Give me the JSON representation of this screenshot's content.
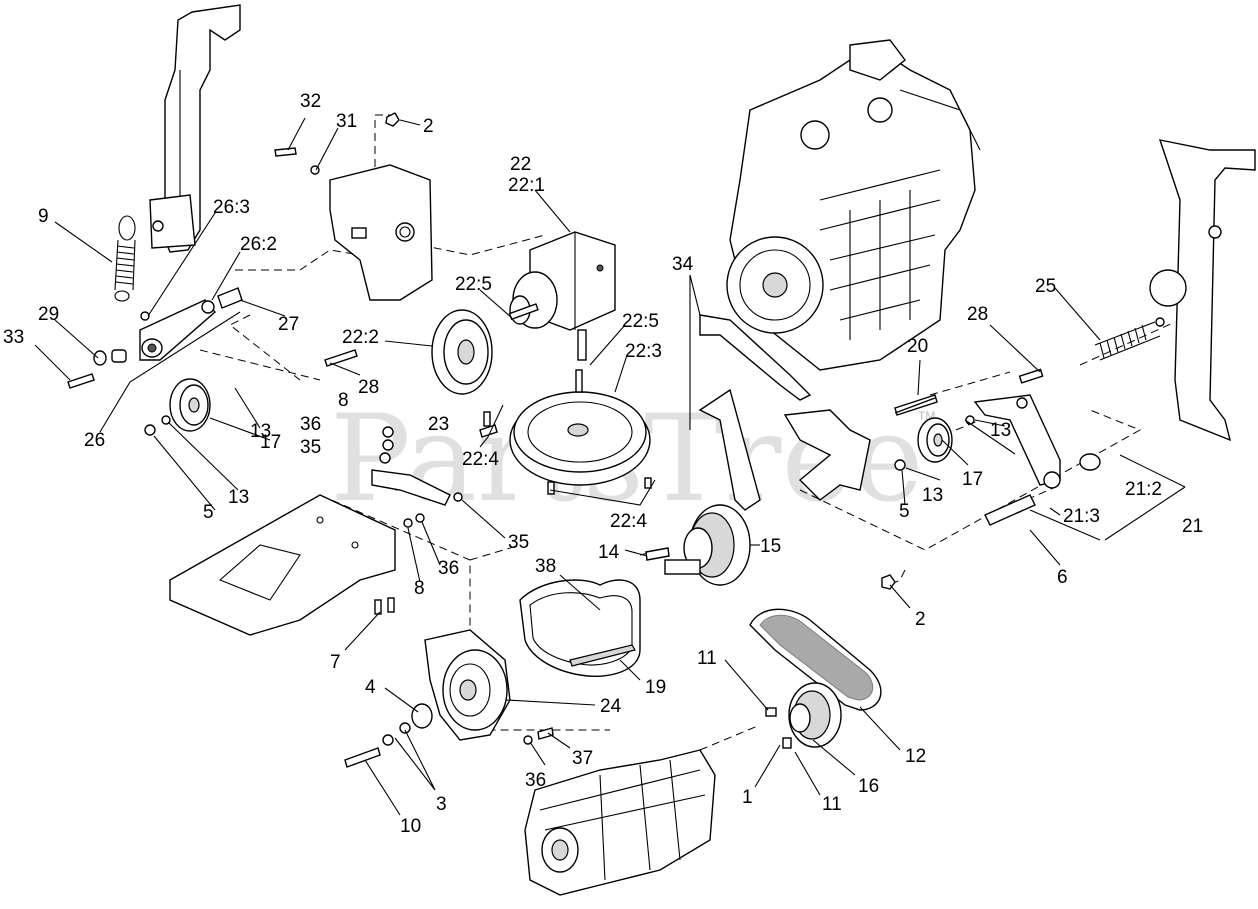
{
  "watermark": "PartsTree",
  "trademark": "TM",
  "callouts": [
    {
      "id": "c-32",
      "text": "32"
    },
    {
      "id": "c-31",
      "text": "31"
    },
    {
      "id": "c-2a",
      "text": "2"
    },
    {
      "id": "c-22",
      "text": "22"
    },
    {
      "id": "c-22-1",
      "text": "22:1"
    },
    {
      "id": "c-9",
      "text": "9"
    },
    {
      "id": "c-26-3",
      "text": "26:3"
    },
    {
      "id": "c-26-2",
      "text": "26:2"
    },
    {
      "id": "c-22-5a",
      "text": "22:5"
    },
    {
      "id": "c-34",
      "text": "34"
    },
    {
      "id": "c-27",
      "text": "27"
    },
    {
      "id": "c-29",
      "text": "29"
    },
    {
      "id": "c-33",
      "text": "33"
    },
    {
      "id": "c-22-2",
      "text": "22:2"
    },
    {
      "id": "c-22-5b",
      "text": "22:5"
    },
    {
      "id": "c-22-3",
      "text": "22:3"
    },
    {
      "id": "c-25",
      "text": "25"
    },
    {
      "id": "c-28a",
      "text": "28"
    },
    {
      "id": "c-20",
      "text": "20"
    },
    {
      "id": "c-28b",
      "text": "28"
    },
    {
      "id": "c-8a",
      "text": "8"
    },
    {
      "id": "c-13a",
      "text": "13"
    },
    {
      "id": "c-36a",
      "text": "36"
    },
    {
      "id": "c-23",
      "text": "23"
    },
    {
      "id": "c-26",
      "text": "26"
    },
    {
      "id": "c-35a",
      "text": "35"
    },
    {
      "id": "c-17a",
      "text": "17"
    },
    {
      "id": "c-22-4a",
      "text": "22:4"
    },
    {
      "id": "c-13b",
      "text": "13"
    },
    {
      "id": "c-17b",
      "text": "17"
    },
    {
      "id": "c-13c",
      "text": "13"
    },
    {
      "id": "c-5a",
      "text": "5"
    },
    {
      "id": "c-13d",
      "text": "13"
    },
    {
      "id": "c-21-2",
      "text": "21:2"
    },
    {
      "id": "c-5b",
      "text": "5"
    },
    {
      "id": "c-21-3",
      "text": "21:3"
    },
    {
      "id": "c-22-4b",
      "text": "22:4"
    },
    {
      "id": "c-21",
      "text": "21"
    },
    {
      "id": "c-35b",
      "text": "35"
    },
    {
      "id": "c-15",
      "text": "15"
    },
    {
      "id": "c-14",
      "text": "14"
    },
    {
      "id": "c-36b",
      "text": "36"
    },
    {
      "id": "c-38",
      "text": "38"
    },
    {
      "id": "c-8b",
      "text": "8"
    },
    {
      "id": "c-6",
      "text": "6"
    },
    {
      "id": "c-2b",
      "text": "2"
    },
    {
      "id": "c-7",
      "text": "7"
    },
    {
      "id": "c-11a",
      "text": "11"
    },
    {
      "id": "c-19",
      "text": "19"
    },
    {
      "id": "c-4",
      "text": "4"
    },
    {
      "id": "c-24",
      "text": "24"
    },
    {
      "id": "c-12",
      "text": "12"
    },
    {
      "id": "c-37",
      "text": "37"
    },
    {
      "id": "c-36c",
      "text": "36"
    },
    {
      "id": "c-16",
      "text": "16"
    },
    {
      "id": "c-1",
      "text": "1"
    },
    {
      "id": "c-11b",
      "text": "11"
    },
    {
      "id": "c-3",
      "text": "3"
    },
    {
      "id": "c-10",
      "text": "10"
    }
  ]
}
